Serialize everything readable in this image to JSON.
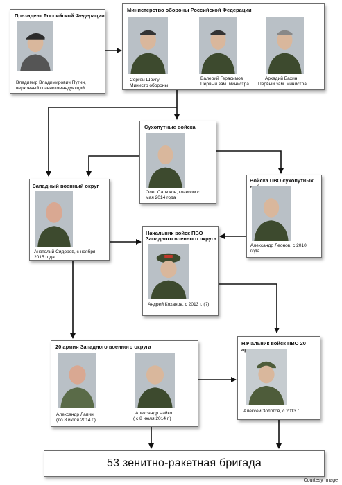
{
  "president": {
    "title": "Президент Российской Федерации",
    "caption_1": "Владимир Владимирович Путин,",
    "caption_2": "верховный главнокомандующий"
  },
  "ministry": {
    "title": "Министерство обороны Российской Федерации",
    "people": [
      {
        "name": "Сергей Шойгу",
        "role": "Министр обороны"
      },
      {
        "name": "Валерий Герасимов",
        "role": "Первый зам. министра"
      },
      {
        "name": "Аркадий Бахин",
        "role": "Первый зам. министра"
      }
    ]
  },
  "ground_forces": {
    "title": "Сухопутные войска",
    "caption_1": "Олег Салюков, главком с",
    "caption_2": "мая 2014 года"
  },
  "western_district": {
    "title": "Западный военный округ",
    "caption_1": "Анатолий Сидоров, с ноября",
    "caption_2": "2015 года"
  },
  "ground_air_defense": {
    "title": "Войска ПВО сухопутных войск",
    "caption_1": "Александр Леонов, с 2010",
    "caption_2": "года"
  },
  "district_air_defense": {
    "title_1": "Начальник войск ПВО",
    "title_2": "Западного военного округа",
    "caption": "Андрей Коханов, с 2013 г. (?)"
  },
  "army_20": {
    "title": "20 армия Западного военного округа",
    "people": [
      {
        "name": "Александр Лапин",
        "note": "(до 8 июля 2014 г.)"
      },
      {
        "name": "Александр Чайко",
        "note": "( с 8 июля 2014 г.)"
      }
    ]
  },
  "army_20_air_defense": {
    "title": "Начальник войск ПВО 20 армии",
    "caption": "Алексей Золотов, с 2013 г."
  },
  "final": {
    "label": "53 зенитно-ракетная бригада"
  },
  "credit": "Courtesy Image",
  "colors": {
    "uniform": "#3d4a2e",
    "arrow": "#111111",
    "border": "#6d6d6d"
  }
}
